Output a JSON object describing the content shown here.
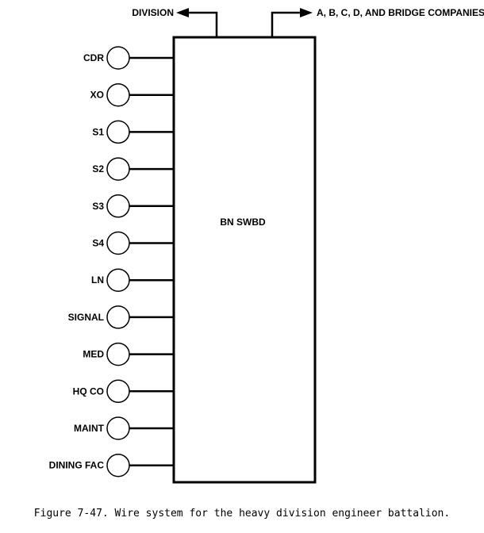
{
  "diagram": {
    "switchboard_label": "BN SWBD",
    "outputs": {
      "left": "DIVISION",
      "right": "A, B, C, D, AND BRIDGE COMPANIES"
    },
    "stations": [
      "CDR",
      "XO",
      "S1",
      "S2",
      "S3",
      "S4",
      "LN",
      "SIGNAL",
      "MED",
      "HQ CO",
      "MAINT",
      "DINING FAC"
    ]
  },
  "caption": "Figure 7-47. Wire system for the heavy division engineer battalion."
}
